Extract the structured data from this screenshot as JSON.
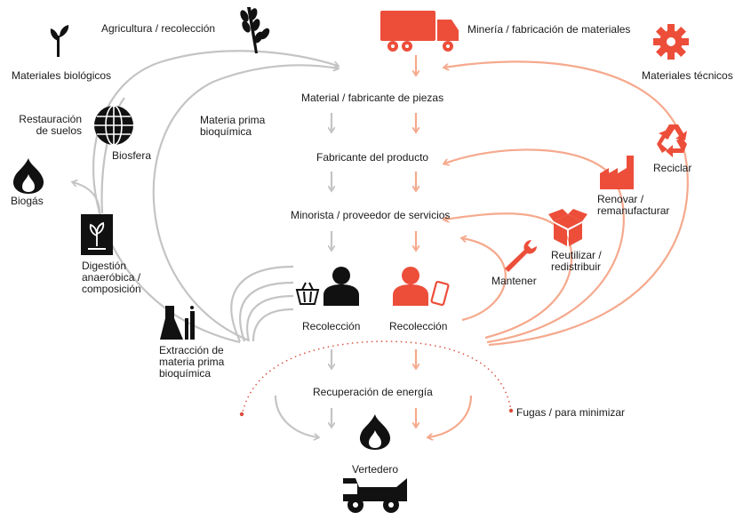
{
  "colors": {
    "grey_arrow": "#c4c4c4",
    "salmon_arrow": "#f5a98d",
    "accent_red": "#ec4e3a",
    "icon_black": "#111111",
    "text": "#1a1a1a",
    "dotted_leak": "#d94b3a"
  },
  "central_chain": [
    {
      "label": "Material / fabricante de piezas"
    },
    {
      "label": "Fabricante del producto"
    },
    {
      "label": "Minorista / proveedor de servicios"
    },
    {
      "label": "Recuperación de energía"
    }
  ],
  "top": {
    "biological_source": "Agricultura / recolección",
    "technical_source": "Minería / fabricación de materiales"
  },
  "biological": {
    "title": "Materiales biológicos",
    "soil_restoration": "Restauración de suelos",
    "biosphere": "Biosfera",
    "biogas": "Biogás",
    "raw_material": "Materia prima bioquímica",
    "digestion": "Digestión anaeróbica / composición",
    "extraction": "Extracción de materia prima bioquímica",
    "collection": "Recolección"
  },
  "technical": {
    "title": "Materiales técnicos",
    "recycle": "Reciclar",
    "refurbish": "Renovar / remanufacturar",
    "reuse": "Reutilizar / redistribuir",
    "maintain": "Mantener",
    "collection": "Recolección"
  },
  "bottom": {
    "leakage": "Fugas / para minimizar",
    "landfill": "Vertedero"
  },
  "icons": [
    "sprout-icon",
    "wheat-icon",
    "truck-icon",
    "gear-icon",
    "globe-icon",
    "flame-icon",
    "compost-box-icon",
    "lab-flask-icon",
    "consumer-icon",
    "basket-icon",
    "user-phone-icon",
    "wrench-icon",
    "open-box-icon",
    "factory-icon",
    "recycle-icon",
    "dump-truck-icon"
  ]
}
